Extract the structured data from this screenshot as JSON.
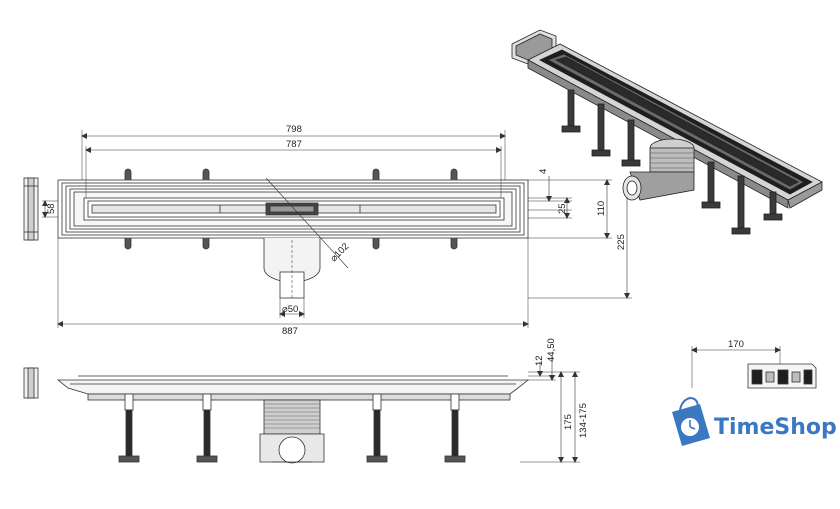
{
  "colors": {
    "line": "#333333",
    "thin": "#555555",
    "dark": "#1f1f1f",
    "fill_gray": "#bdbdbd",
    "fill_light": "#e6e6e6",
    "brand_blue": "#3a78c2"
  },
  "top_view": {
    "dim_798": "798",
    "dim_787": "787",
    "dim_887": "887",
    "dim_58": "58",
    "dim_4": "4",
    "dim_25": "25",
    "dim_110": "110",
    "dim_225": "225",
    "dim_d102": "⌀102",
    "dim_d50": "⌀50"
  },
  "side_view": {
    "dim_12": "12",
    "dim_44_50": "44,50",
    "dim_175": "175",
    "dim_134_175": "134-175"
  },
  "section_view": {
    "dim_170": "170"
  },
  "logo": {
    "brand_name": "TimeShop",
    "icon": "shopping-bag-clock-icon"
  }
}
